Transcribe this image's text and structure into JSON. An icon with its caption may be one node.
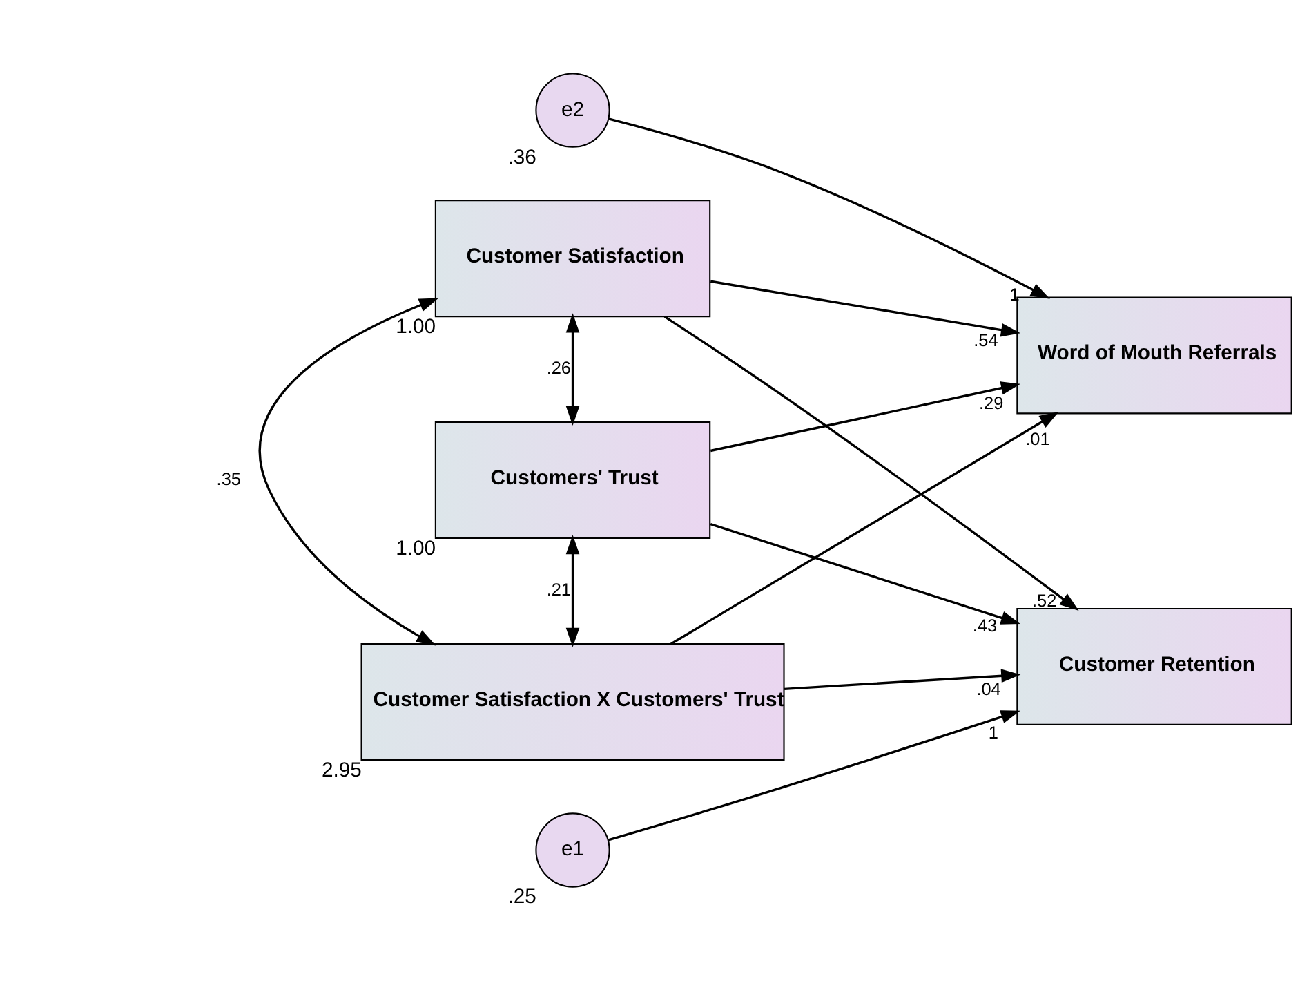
{
  "diagram": {
    "nodes": [
      {
        "text": [
          "Customer Satisfaction"
        ],
        "beside": [
          "1.00"
        ]
      },
      {
        "text": [
          "Customers' Trust"
        ],
        "beside": [
          "1.00"
        ]
      },
      {
        "text": [
          "Customer Satisfaction X Customers' Trust"
        ],
        "beside": [
          "2.95"
        ]
      },
      {
        "text": [
          "Customer Retention"
        ]
      },
      {
        "text": [
          "Word of Mouth Referrals"
        ]
      },
      {
        "text": [
          "e1"
        ],
        "beside": [
          ".25"
        ]
      },
      {
        "text": [
          "e2"
        ],
        "beside": [
          ".36"
        ]
      }
    ],
    "edges": [
      {
        "from": 0,
        "to": 3,
        "arrow": "to",
        "label": ".52"
      },
      {
        "from": 0,
        "to": 4,
        "arrow": "to",
        "label": ".54"
      },
      {
        "from": 1,
        "to": 3,
        "arrow": "to",
        "label": ".43"
      },
      {
        "from": 1,
        "to": 4,
        "arrow": "to",
        "label": ".29"
      },
      {
        "from": 2,
        "to": 3,
        "arrow": "to",
        "label": ".04"
      },
      {
        "from": 2,
        "to": 4,
        "arrow": "to",
        "label": ".01"
      },
      {
        "from": 5,
        "to": 3,
        "arrow": "to",
        "label": "1"
      },
      {
        "from": 6,
        "to": 4,
        "arrow": "to",
        "label": "1"
      },
      {
        "from": 0,
        "to": 1,
        "arrow": "both",
        "label": ".26"
      },
      {
        "from": 1,
        "to": 2,
        "arrow": "both",
        "label": ".21"
      },
      {
        "from": 0,
        "to": 2,
        "arrow": "both",
        "label": ".35"
      }
    ]
  }
}
